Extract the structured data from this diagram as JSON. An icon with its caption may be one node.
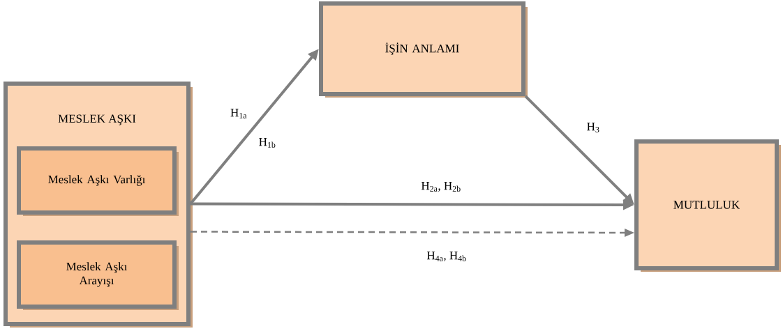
{
  "diagram": {
    "nodes": [
      {
        "text": [
          "MESLEK AŞKI"
        ]
      },
      {
        "text": [
          "Meslek Aşkı Varlığı"
        ],
        "in": 0
      },
      {
        "text": [
          "Meslek Aşkı Arayışı"
        ],
        "in": 0
      },
      {
        "text": [
          "İŞİN ANLAMI"
        ]
      },
      {
        "text": [
          "MUTLULUK"
        ]
      }
    ],
    "edges": [
      {
        "from": 0,
        "to": 3,
        "arrow": "to",
        "label": "H$_{1a}$"
      },
      {
        "from": 3,
        "to": 4,
        "arrow": "to",
        "label": "H$_{3}$"
      },
      {
        "from": 0,
        "to": 4,
        "arrow": "to",
        "label": "H$_{2a}$, H$_{2b}$"
      },
      {
        "from": 0,
        "to": 4,
        "arrow": "to",
        "label": "H$_{4a}$, H$_{4b}$",
        "style": "dashed"
      }
    ],
    "labels": [
      "H$_{1b}$"
    ]
  }
}
